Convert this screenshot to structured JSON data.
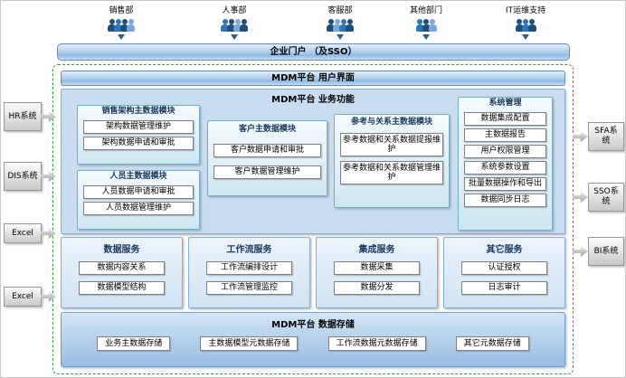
{
  "departments": [
    {
      "label": "销售部"
    },
    {
      "label": "人事部"
    },
    {
      "label": "客服部"
    },
    {
      "label": "其他部门"
    },
    {
      "label": "IT运维支持"
    }
  ],
  "portal": {
    "label": "企业门户 （及SSO）"
  },
  "ui_bar": {
    "label": "MDM平台 用户界面"
  },
  "business": {
    "title": "MDM平台 业务功能",
    "modules": [
      {
        "title": "销售架构主数据模块",
        "items": [
          "架构数据管理维护",
          "架构数据申请和审批"
        ]
      },
      {
        "title": "人员主数据模块",
        "items": [
          "人员数据申请和审批",
          "人员数据管理维护"
        ]
      },
      {
        "title": "客户主数据模块",
        "items": [
          "客户数据申请和审批",
          "客户数据管理维护"
        ]
      },
      {
        "title": "参考与关系主数据模块",
        "items": [
          "参考数据和关系数据提报维护",
          "参考数据和关系数据管理维护"
        ]
      },
      {
        "title": "系统管理",
        "items": [
          "数据集成配置",
          "主数据报告",
          "用户权限管理",
          "系统参数设置",
          "批量数据操作和导出",
          "数据同步日志"
        ]
      }
    ]
  },
  "services": [
    {
      "title": "数据服务",
      "items": [
        "数据内容关系",
        "数据模型结构"
      ]
    },
    {
      "title": "工作流服务",
      "items": [
        "工作流编排设计",
        "工作流管理监控"
      ]
    },
    {
      "title": "集成服务",
      "items": [
        "数据采集",
        "数据分发"
      ]
    },
    {
      "title": "其它服务",
      "items": [
        "认证授权",
        "日志审计"
      ]
    }
  ],
  "storage": {
    "title": "MDM平台 数据存储",
    "items": [
      "业务主数据存储",
      "主数据模型元数据存储",
      "工作流数据元数据存储",
      "其它元数据存储"
    ]
  },
  "left_systems": [
    {
      "label": "HR系统"
    },
    {
      "label": "DIS系统"
    },
    {
      "label": "Excel"
    },
    {
      "label": "Excel"
    }
  ],
  "right_systems": [
    {
      "label": "SFA系统"
    },
    {
      "label": "SSO系统"
    },
    {
      "label": "BI系统"
    }
  ],
  "colors": {
    "bar_blue": "#9dc3e6",
    "panel_blue": "#c9ddf1",
    "module_teal": "#d6ecf3",
    "dashed_green": "#3c9e3c",
    "gray_box": "#d9d9d9",
    "person_blue": "#2e5c8a"
  }
}
